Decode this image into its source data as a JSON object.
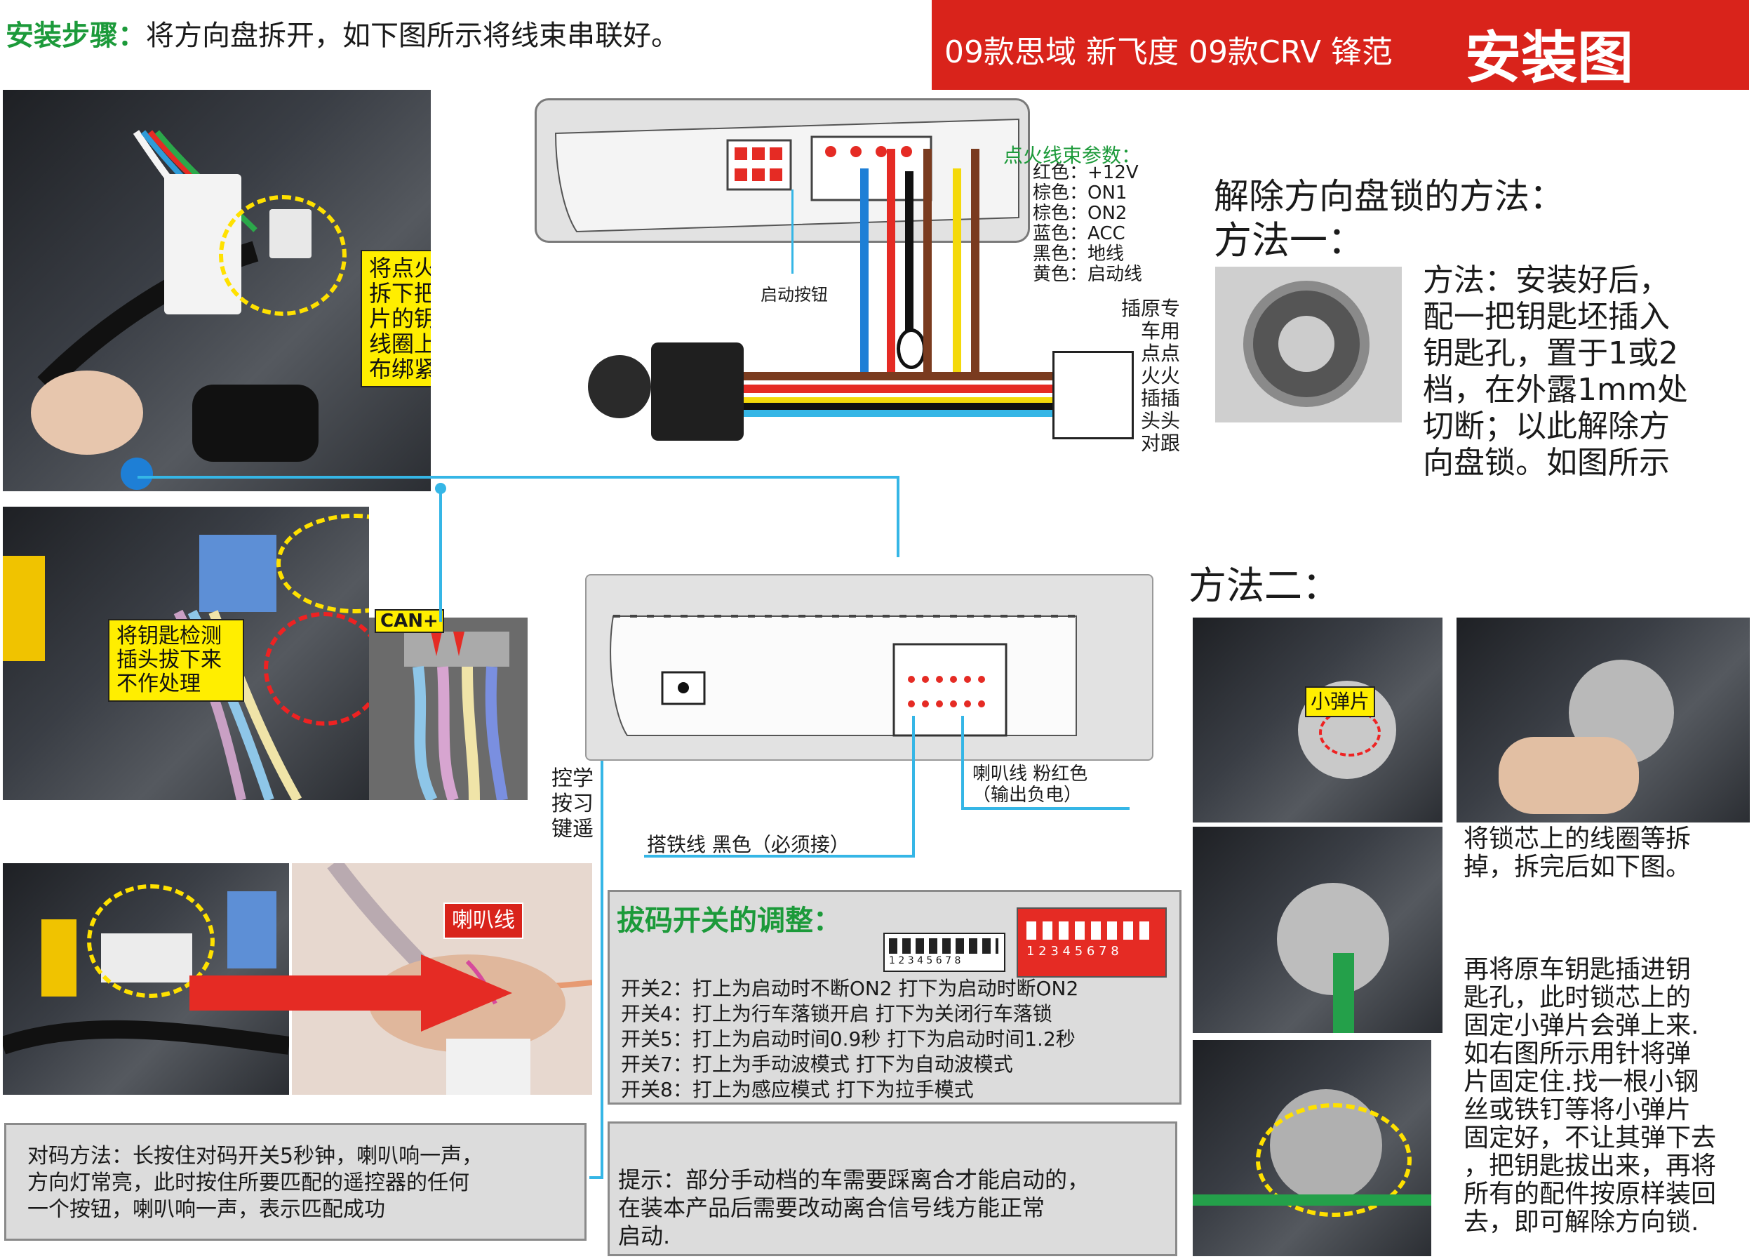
{
  "header": {
    "step_label": "安装步骤：",
    "step_text": "将方向盘拆开，如下图所示将线束串联好。",
    "title_models": "09款思域 新飞度 09款CRV 锋范",
    "title_main": "安装图"
  },
  "photo1": {
    "caption": "将点火芯片线圈\n拆下把原车带芯\n片的钥匙，固定\n线圈上面，用胶\n布绑紧隐藏起来."
  },
  "photo2": {
    "caption": "将钥匙检测\n插头拔下来\n不作处理",
    "can_label": "CAN+"
  },
  "photo3": {
    "caption": "喇叭线"
  },
  "module_top": {
    "param_title": "点火线束参数：",
    "params": [
      "红色：+12V",
      "棕色：ON1",
      "棕色：ON2",
      "蓝色：ACC",
      "黑色：地线",
      "黄色：启动线"
    ],
    "start_button": "启动按钮",
    "side_text": "插原专\n车用\n点点\n火火\n插插\n头头\n对跟"
  },
  "module_bottom": {
    "learn_key": "控学\n按习\n键遥",
    "ground": "搭铁线 黑色（必须接）",
    "horn": "喇叭线 粉红色\n（输出负电）"
  },
  "dip": {
    "title": "拔码开关的调整：",
    "numbers": "1 2 3 4 5 6 7 8",
    "items": [
      "开关2：打上为启动时不断ON2 打下为启动时断ON2",
      "开关4：打上为行车落锁开启 打下为关闭行车落锁",
      "开关5：打上为启动时间0.9秒 打下为启动时间1.2秒",
      "开关7：打上为手动波模式 打下为自动波模式",
      "开关8：打上为感应模式 打下为拉手模式"
    ]
  },
  "pairing": {
    "text": "对码方法：长按住对码开关5秒钟，喇叭响一声，\n方向灯常亮，此时按住所要匹配的遥控器的任何\n一个按钮，喇叭响一声，表示匹配成功"
  },
  "tip": {
    "text": "提示：部分手动档的车需要踩离合才能启动的，\n在装本产品后需要改动离合信号线方能正常\n启动."
  },
  "right": {
    "unlock_title": "解除方向盘锁的方法：",
    "method1_title": "方法一：",
    "method1_text": "方法：安装好后，\n配一把钥匙坯插入\n钥匙孔，置于1或2\n档，在外露1mm处\n切断；以此解除方\n向盘锁。如图所示",
    "method2_title": "方法二：",
    "spring_label": "小弹片",
    "method2_text_a": "将锁芯上的线圈等拆\n掉，拆完后如下图。",
    "method2_text_b": "再将原车钥匙插进钥\n匙孔，此时锁芯上的\n固定小弹片会弹上来.\n如右图所示用针将弹\n片固定住.找一根小钢\n丝或铁钉等将小弹片\n固定好，不让其弹下去\n，把钥匙拔出来，再将\n所有的配件按原样装回\n去，即可解除方向锁."
  },
  "colors": {
    "title_bar": "#d9231b",
    "step_green": "#1c9a3a",
    "guide_line": "#35b6e6",
    "wire_blue": "#1e7fd6",
    "wire_red": "#e52b24",
    "wire_brown": "#7a3b1f",
    "wire_black": "#111111",
    "wire_yellow": "#f4d90a",
    "highlight_yellow": "#ffee00"
  }
}
